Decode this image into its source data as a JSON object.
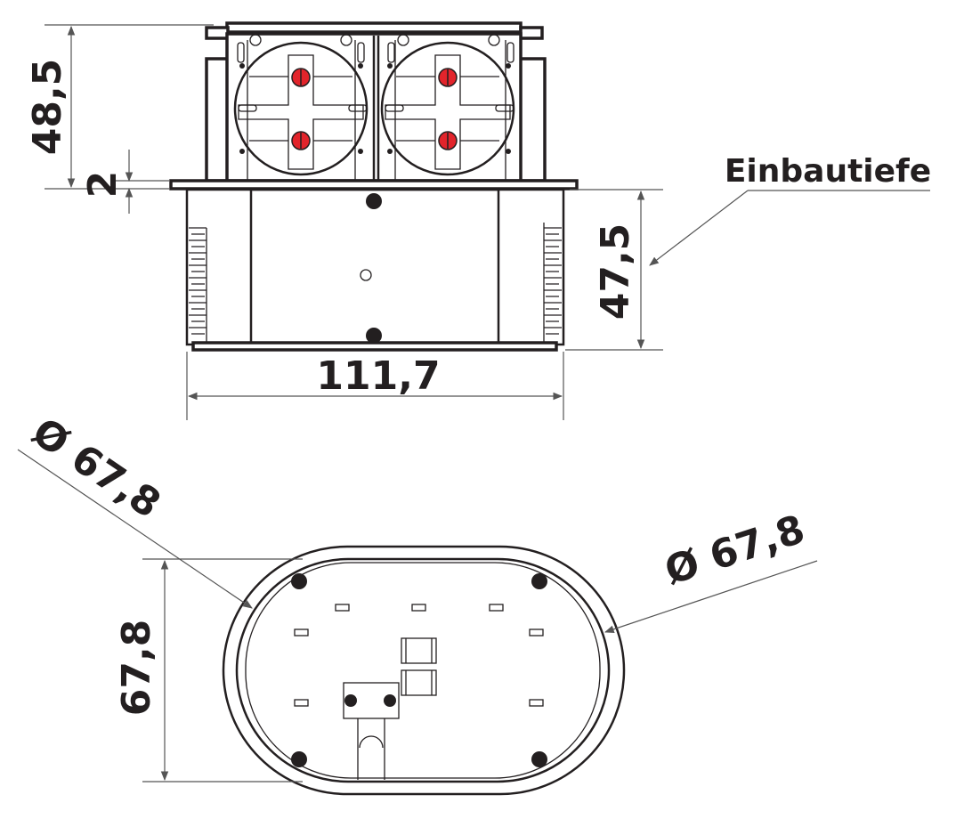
{
  "drawing": {
    "label_installation_depth": "Einbautiefe",
    "dimensions": {
      "height_above": "48,5",
      "flange_thickness": "2",
      "installation_depth": "47,5",
      "width": "111,7",
      "diameter_left": "Ø 67,8",
      "diameter_right": "Ø 67,8",
      "depth_bottom_view": "67,8"
    },
    "colors": {
      "line": "#231f20",
      "socket_pin": "#e2242b"
    }
  }
}
